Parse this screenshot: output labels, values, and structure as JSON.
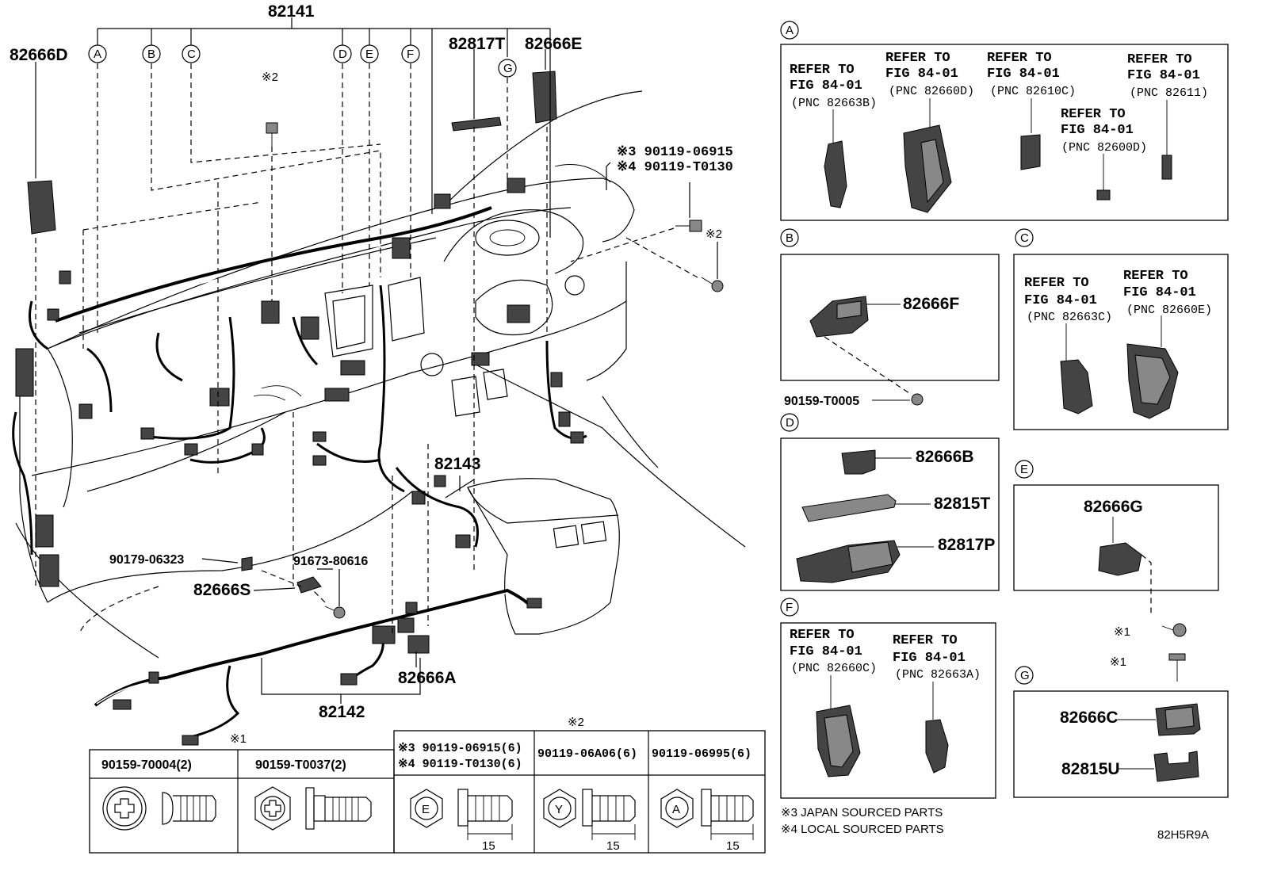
{
  "top": {
    "harness_main": "82141",
    "harness_sub": "82142",
    "harness_console": "82143",
    "left_part": "82666D",
    "part_82817T": "82817T",
    "part_82666E": "82666E",
    "bolt_ref_2_top": "※2",
    "bolt_ref_2_right": "※2",
    "bolt_ref_1": "※1",
    "bolt_right_3": "※3 90119-06915",
    "bolt_right_4": "※4 90119-T0130",
    "nut": "90179-06323",
    "bolt_mid": "91673-80616",
    "bracket": "82666S",
    "block_a": "82666A",
    "diagram_code": "82H5R9A"
  },
  "callouts": [
    "A",
    "B",
    "C",
    "D",
    "E",
    "F",
    "G"
  ],
  "panelA": {
    "letter": "A",
    "items": [
      {
        "l1": "REFER TO",
        "l2": "FIG 84-01",
        "l3": "(PNC 82663B)"
      },
      {
        "l1": "REFER TO",
        "l2": "FIG 84-01",
        "l3": "(PNC 82660D)"
      },
      {
        "l1": "REFER TO",
        "l2": "FIG 84-01",
        "l3": "(PNC 82610C)"
      },
      {
        "l1": "REFER TO",
        "l2": "FIG 84-01",
        "l3": "(PNC 82600D)"
      },
      {
        "l1": "REFER TO",
        "l2": "FIG 84-01",
        "l3": "(PNC 82611)"
      }
    ]
  },
  "panelB": {
    "letter": "B",
    "part": "82666F",
    "bolt": "90159-T0005"
  },
  "panelC": {
    "letter": "C",
    "items": [
      {
        "l1": "REFER TO",
        "l2": "FIG 84-01",
        "l3": "(PNC 82663C)"
      },
      {
        "l1": "REFER TO",
        "l2": "FIG 84-01",
        "l3": "(PNC 82660E)"
      }
    ]
  },
  "panelD": {
    "letter": "D",
    "parts": [
      "82666B",
      "82815T",
      "82817P"
    ]
  },
  "panelE": {
    "letter": "E",
    "part": "82666G",
    "bolt_ref_a": "※1",
    "bolt_ref_b": "※1"
  },
  "panelF": {
    "letter": "F",
    "items": [
      {
        "l1": "REFER TO",
        "l2": "FIG 84-01",
        "l3": "(PNC 82660C)"
      },
      {
        "l1": "REFER TO",
        "l2": "FIG 84-01",
        "l3": "(PNC 82663A)"
      }
    ]
  },
  "panelG": {
    "letter": "G",
    "parts": [
      "82666C",
      "82815U"
    ]
  },
  "bolt_table_1": {
    "title": "※1",
    "cols": [
      "90159-70004(2)",
      "90159-T0037(2)"
    ]
  },
  "bolt_table_2": {
    "title": "※2",
    "col1_a": "※3 90119-06915(6)",
    "col1_b": "※4 90119-T0130(6)",
    "col2": "90119-06A06(6)",
    "col3": "90119-06995(6)",
    "heads": [
      "E",
      "Y",
      "A"
    ],
    "dim": "15"
  },
  "notes": [
    "※3 JAPAN SOURCED PARTS",
    "※4 LOCAL SOURCED PARTS"
  ]
}
